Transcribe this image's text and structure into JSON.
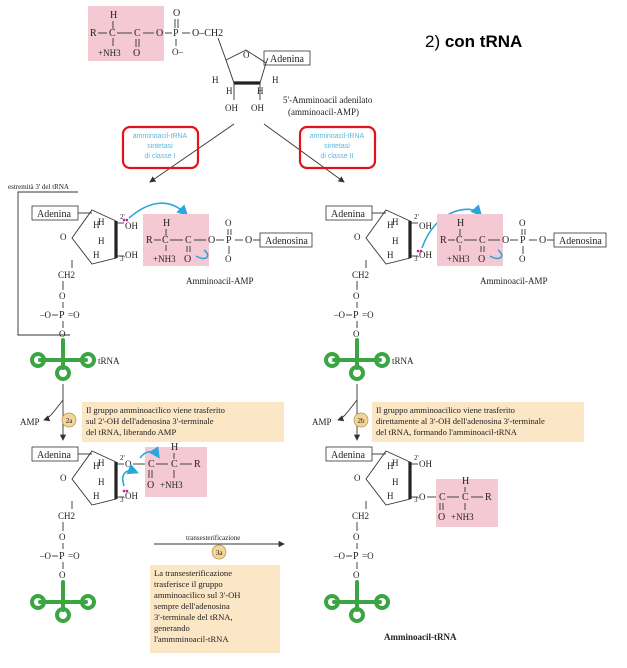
{
  "header": {
    "prefix": "2) ",
    "bold": "con tRNA"
  },
  "top_molecule": {
    "r": "R",
    "c": "C",
    "h": "H",
    "nh3": "+NH3",
    "o": "O",
    "p": "P",
    "ominus": "O–",
    "ch2": "O–CH2",
    "base": "Adenina",
    "oh": "OH",
    "name_line1": "5'-Amminoacil adenilato",
    "name_line2": "(amminoacil-AMP)"
  },
  "enzyme_class1": {
    "line1": "amminoacil-tRNA",
    "line2": "sintetasi",
    "line3": "di classe I"
  },
  "enzyme_class2": {
    "line1": "amminoacil-tRNA",
    "line2": "sintetasi",
    "line3": "di classe II"
  },
  "trna_end_label": "estremità 3' del tRNA",
  "common": {
    "adenina": "Adenina",
    "adenosina": "Adenosina",
    "h": "H",
    "oh": "OH",
    "o": "O",
    "p": "P",
    "ch2": "CH2",
    "r": "R",
    "c": "C",
    "nh3": "+NH3",
    "o_minus": "–O",
    "o_double": "=O",
    "pos2": "2'",
    "pos3": "3'",
    "aa_amp": "Amminoacil-AMP",
    "trna": "tRNA",
    "amp": "AMP"
  },
  "step_2a": {
    "badge": "2a",
    "text": [
      "Il gruppo amminoacilico viene trasferito",
      "sul 2'-OH dell'adenosina 3'-terminale",
      "del tRNA, liberando AMP"
    ]
  },
  "step_2b": {
    "badge": "2b",
    "text": [
      "Il gruppo amminoacilico viene trasferito",
      "direttamente al 3'-OH dell'adenosina 3'-terminale",
      "del tRNA, formando l'amminoacil-tRNA"
    ]
  },
  "step_3a": {
    "label": "transesterificazione",
    "badge": "3a",
    "text": [
      "La transesterificazione",
      "trasferisce il gruppo",
      "amminoacilico sul 3'-OH",
      "sempre dell'adenosina",
      "3'-terminale del  tRNA,",
      "generando",
      "l'ammminoacil-tRNA"
    ]
  },
  "product_label": "Amminoacil-tRNA"
}
